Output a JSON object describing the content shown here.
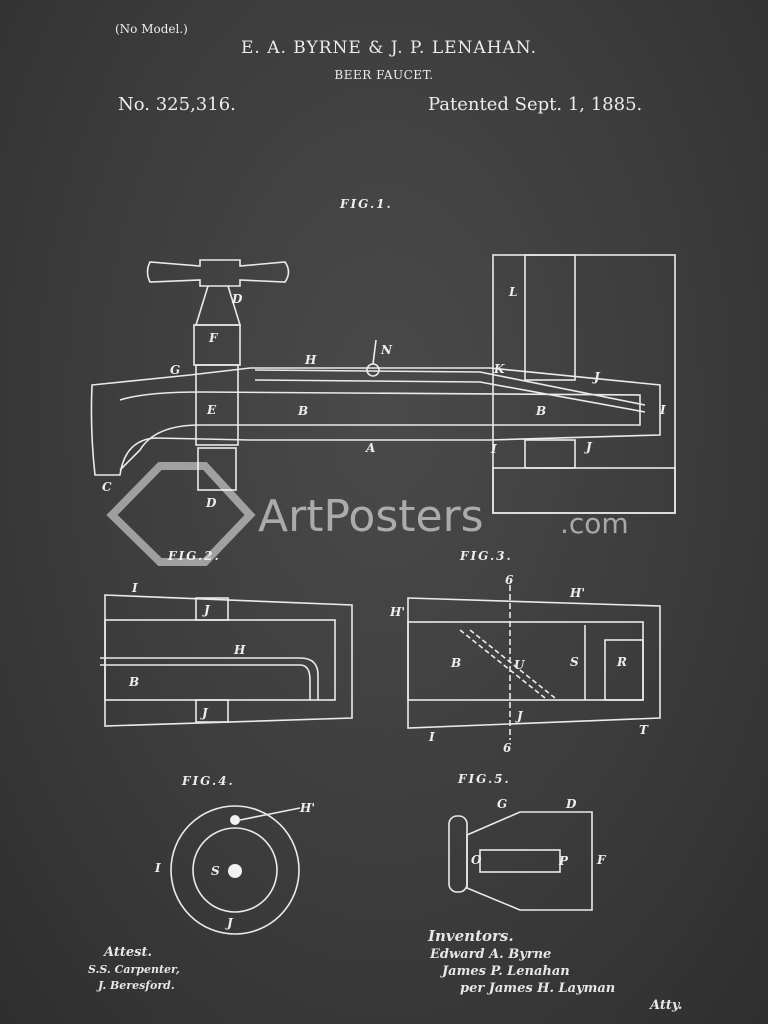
{
  "header": {
    "no_model": "(No Model.)",
    "inventors": "E. A. BYRNE & J. P. LENAHAN.",
    "title": "BEER FAUCET.",
    "patent_number": "No. 325,316.",
    "patent_date": "Patented Sept. 1, 1885."
  },
  "figures": {
    "fig1": {
      "title": "FIG.1.",
      "labels": [
        "D",
        "F",
        "G",
        "H",
        "N",
        "E",
        "B",
        "B",
        "A",
        "C",
        "D",
        "L",
        "K",
        "J",
        "I",
        "I",
        "J"
      ]
    },
    "fig2": {
      "title": "FIG.2.",
      "labels": [
        "I",
        "J",
        "H",
        "B",
        "J"
      ]
    },
    "fig3": {
      "title": "FIG.3.",
      "labels": [
        "6",
        "H'",
        "H'",
        "B",
        "U",
        "S",
        "R",
        "J",
        "I",
        "6",
        "T"
      ]
    },
    "fig4": {
      "title": "FIG.4.",
      "labels": [
        "H'",
        "I",
        "S",
        "J"
      ]
    },
    "fig5": {
      "title": "FIG.5.",
      "labels": [
        "G",
        "D",
        "O",
        "P",
        "F"
      ]
    }
  },
  "signatures": {
    "attest_label": "Attest.",
    "witnesses": [
      "S.S. Carpenter,",
      "J. Beresford."
    ],
    "inventors_label": "Inventors.",
    "inventor_names": [
      "Edward A. Byrne",
      "James P. Lenahan",
      "per James H. Layman",
      "Atty."
    ]
  },
  "watermark": {
    "brand": "ArtPosters",
    "suffix": ".com"
  },
  "colors": {
    "background": "#3b3b3b",
    "ink": "#eaeaea"
  }
}
